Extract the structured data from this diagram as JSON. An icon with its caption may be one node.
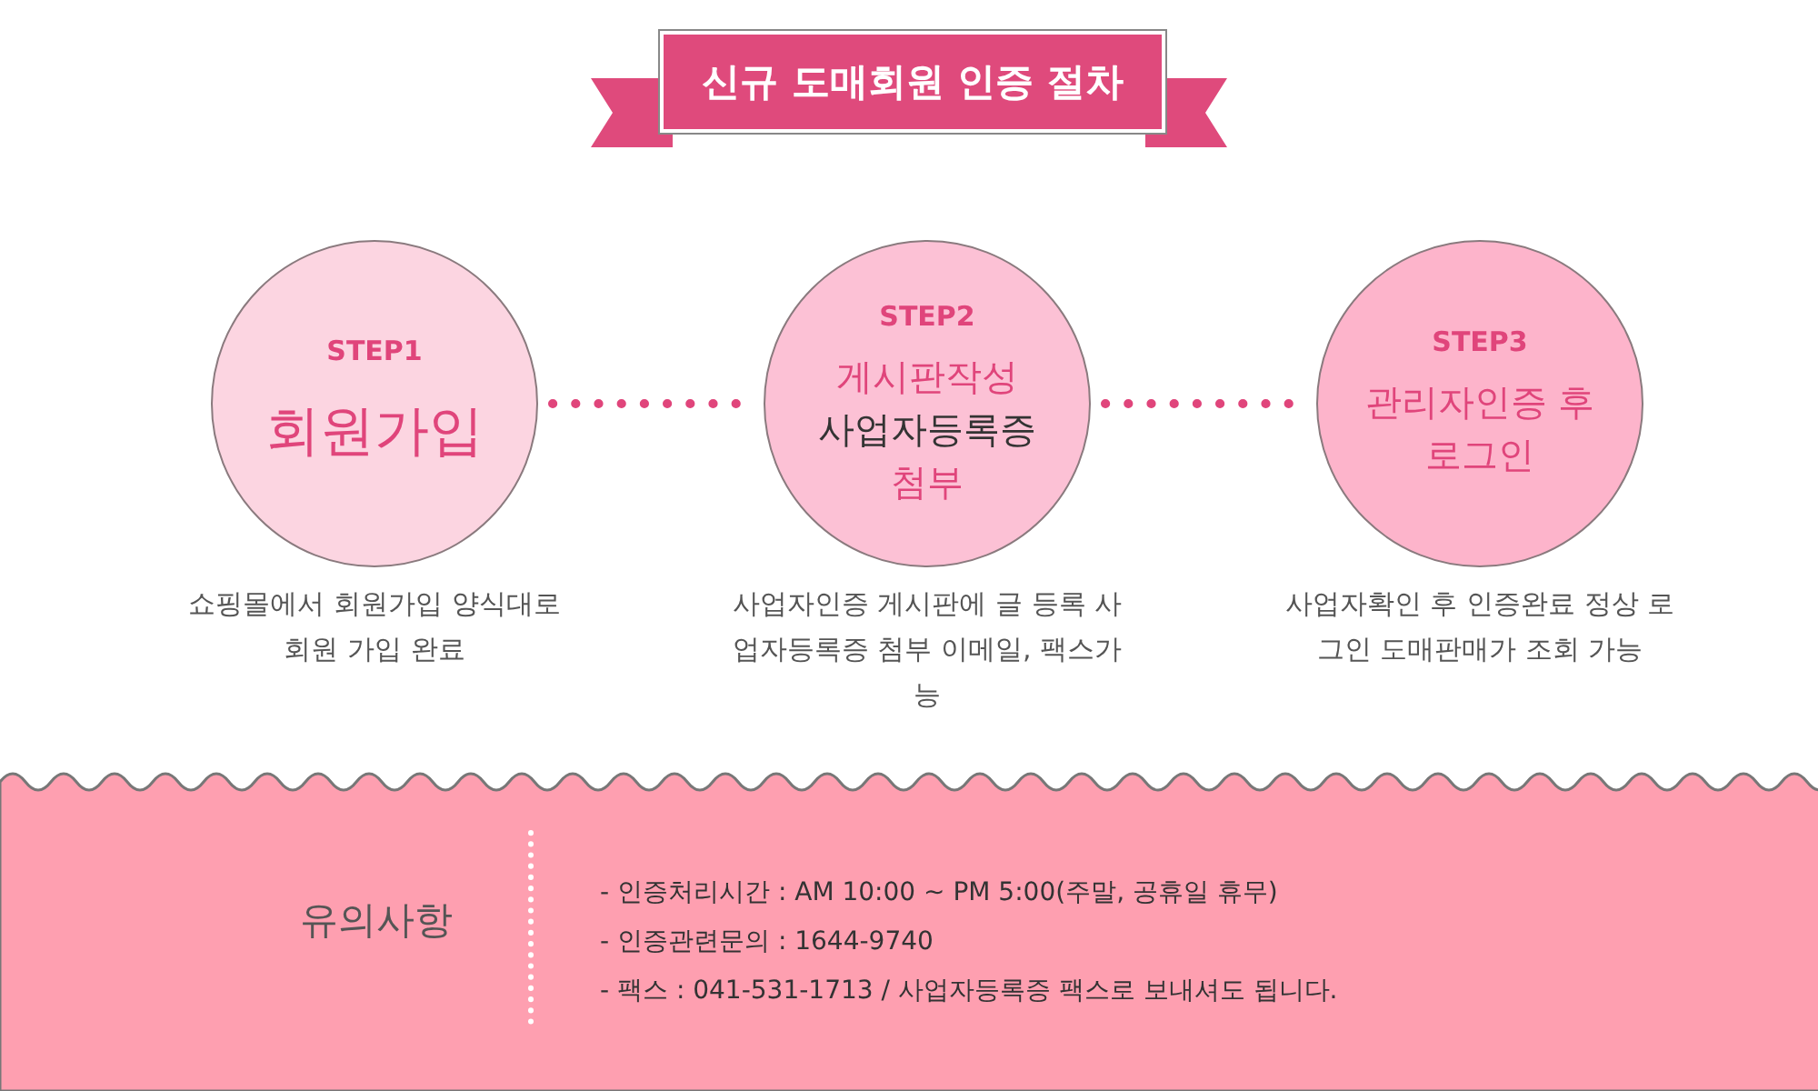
{
  "diagram": {
    "title": "신규 도매회원 인증 절차",
    "nodes": [
      {
        "text": [
          "STEP1",
          "회원가입"
        ],
        "beside": [
          "쇼핑몰에서 회원가입 양식대로 회원 가입 완료"
        ]
      },
      {
        "text": [
          "STEP2",
          "게시판작성",
          "사업자등록증",
          "첨부"
        ],
        "beside": [
          "사업자인증 게시판에 글 등록 사업자등록증 첨부 이메일, 팩스가능"
        ]
      },
      {
        "text": [
          "STEP3",
          "관리자인증 후 로그인"
        ],
        "beside": [
          "사업자확인 후 인증완료 정상 로그인 도매판매가 조회 가능"
        ]
      }
    ],
    "edges": [
      {
        "from": 0,
        "to": 1,
        "arrow": "none"
      },
      {
        "from": 1,
        "to": 2,
        "arrow": "none"
      }
    ],
    "labels": [
      "유의사항",
      "- 인증처리시간 : AM 10:00 ~ PM 5:00(주말, 공휴일 휴무)",
      "- 인증관련문의 : 1644-9740",
      "- 팩스 : 041-531-1713 / 사업자등록증 팩스로 보내셔도 됩니다."
    ]
  }
}
